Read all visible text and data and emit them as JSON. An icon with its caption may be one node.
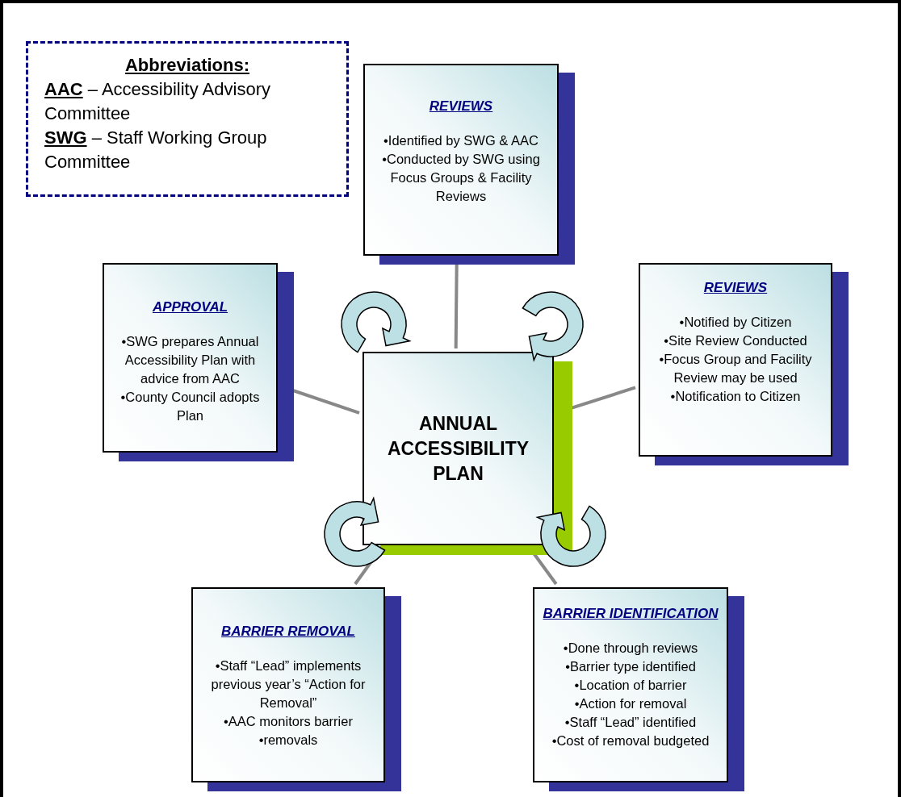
{
  "diagram": {
    "nodes": [
      {
        "text": [
          "Abbreviations:",
          "**AAC** – Accessibility Advisory Committee",
          "**SWG** – Staff Working Group Committee"
        ]
      },
      {
        "text": [
          "REVIEWS",
          "•Identified by SWG & AAC",
          "•Conducted by SWG using Focus Groups & Facility Reviews"
        ]
      },
      {
        "text": [
          "APPROVAL",
          "•SWG prepares Annual Accessibility Plan with advice from AAC",
          "•County Council adopts Plan"
        ]
      },
      {
        "text": [
          "ANNUAL ACCESSIBILITY PLAN"
        ]
      },
      {
        "text": [
          "REVIEWS",
          "•Notified by Citizen",
          "•Site Review Conducted",
          "•Focus Group and Facility Review may be used",
          "•Notification to Citizen"
        ]
      },
      {
        "text": [
          "BARRIER REMOVAL",
          "•Staff “Lead” implements previous year’s “Action for Removal”",
          "•AAC monitors barrier",
          "•removals"
        ]
      },
      {
        "text": [
          "BARRIER IDENTIFICATION",
          "•Done through reviews",
          "•Barrier type identified",
          "•Location of barrier",
          "•Action for removal",
          "•Staff “Lead” identified",
          "•Cost of removal budgeted"
        ]
      }
    ],
    "edges": [
      {
        "from": 3,
        "to": 1,
        "arrow": "none"
      },
      {
        "from": 3,
        "to": 2,
        "arrow": "none"
      },
      {
        "from": 3,
        "to": 4,
        "arrow": "none"
      },
      {
        "from": 3,
        "to": 5,
        "arrow": "none"
      },
      {
        "from": 3,
        "to": 6,
        "arrow": "none"
      }
    ]
  }
}
